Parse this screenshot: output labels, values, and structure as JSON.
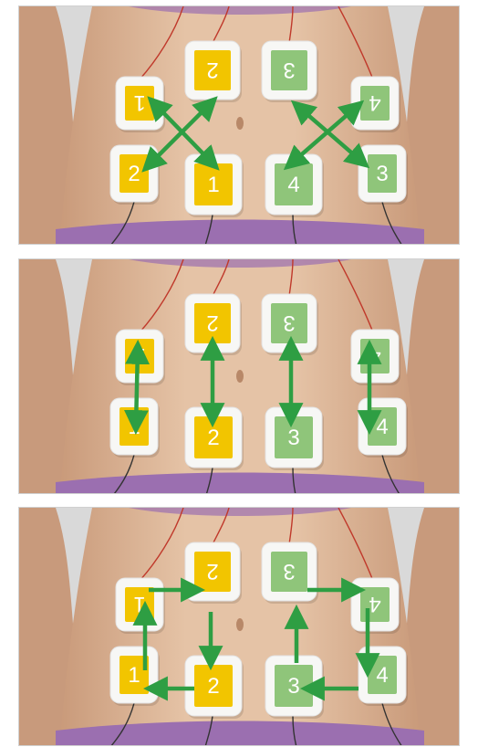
{
  "panels": [
    {
      "name": "cross-pattern",
      "pads": [
        {
          "id": "yl-top",
          "label": "1",
          "flipped": true,
          "color": "yellow"
        },
        {
          "id": "yc-top",
          "label": "2",
          "flipped": true,
          "color": "yellow"
        },
        {
          "id": "yl-bot",
          "label": "2",
          "flipped": false,
          "color": "yellow"
        },
        {
          "id": "yc-bot",
          "label": "1",
          "flipped": false,
          "color": "yellow"
        },
        {
          "id": "gc-top",
          "label": "3",
          "flipped": true,
          "color": "green"
        },
        {
          "id": "gr-top",
          "label": "4",
          "flipped": true,
          "color": "green"
        },
        {
          "id": "gc-bot",
          "label": "4",
          "flipped": false,
          "color": "green"
        },
        {
          "id": "gr-bot",
          "label": "3",
          "flipped": false,
          "color": "green"
        }
      ],
      "arrow_pattern": "crossed diagonals"
    },
    {
      "name": "vertical-pattern",
      "pads": [
        {
          "id": "yl-top",
          "label": "1",
          "flipped": true,
          "color": "yellow"
        },
        {
          "id": "yc-top",
          "label": "2",
          "flipped": true,
          "color": "yellow"
        },
        {
          "id": "yl-bot",
          "label": "1",
          "flipped": false,
          "color": "yellow"
        },
        {
          "id": "yc-bot",
          "label": "2",
          "flipped": false,
          "color": "yellow"
        },
        {
          "id": "gc-top",
          "label": "3",
          "flipped": true,
          "color": "green"
        },
        {
          "id": "gr-top",
          "label": "4",
          "flipped": true,
          "color": "green"
        },
        {
          "id": "gc-bot",
          "label": "3",
          "flipped": false,
          "color": "green"
        },
        {
          "id": "gr-bot",
          "label": "4",
          "flipped": false,
          "color": "green"
        }
      ],
      "arrow_pattern": "vertical pairs"
    },
    {
      "name": "loop-pattern",
      "pads": [
        {
          "id": "yl-top",
          "label": "1",
          "flipped": true,
          "color": "yellow"
        },
        {
          "id": "yc-top",
          "label": "2",
          "flipped": true,
          "color": "yellow"
        },
        {
          "id": "yl-bot",
          "label": "1",
          "flipped": false,
          "color": "yellow"
        },
        {
          "id": "yc-bot",
          "label": "2",
          "flipped": false,
          "color": "yellow"
        },
        {
          "id": "gc-top",
          "label": "3",
          "flipped": true,
          "color": "green"
        },
        {
          "id": "gr-top",
          "label": "4",
          "flipped": true,
          "color": "green"
        },
        {
          "id": "gc-bot",
          "label": "3",
          "flipped": false,
          "color": "green"
        },
        {
          "id": "gr-bot",
          "label": "4",
          "flipped": false,
          "color": "green"
        }
      ],
      "arrow_pattern": "rotating loops"
    }
  ],
  "colors": {
    "background": "#ffffff",
    "skin": "#e5c3a6",
    "skin_shadow": "#c99a7a",
    "studio_bg": "#d9d9d9",
    "pad_white": "#f7f7f5",
    "pad_yellow": "#f2c500",
    "pad_green": "#8fc57a",
    "arrow_green": "#2e9e43",
    "clothing_purple": "#9b6fb0",
    "wire_red": "#c0392b"
  }
}
